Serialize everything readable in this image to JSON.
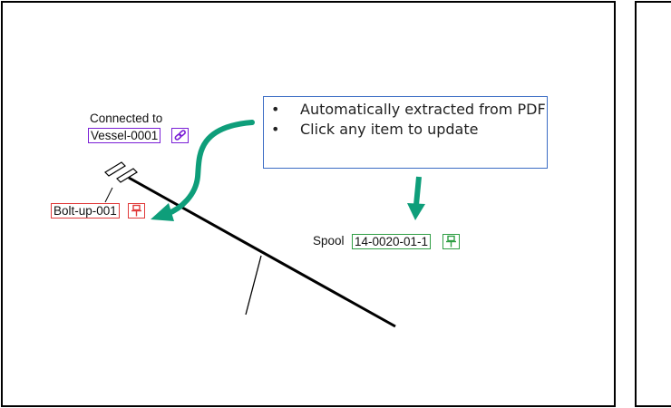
{
  "callout": {
    "items": [
      "Automatically extracted from PDF",
      "Click any item to update"
    ]
  },
  "labels": {
    "connected_to": "Connected to",
    "vessel_tag": "Vessel-0001",
    "bolt_tag": "Bolt-up-001",
    "spool_prefix": "Spool",
    "spool_tag": "14-0020-01-1"
  },
  "icons": {
    "vessel": "link-icon",
    "bolt": "pin-icon",
    "spool": "pin-icon"
  },
  "colors": {
    "vessel": "#7a1fd6",
    "bolt": "#e03a3a",
    "spool": "#2f9e44",
    "arrow": "#0e9e7a",
    "callout_border": "#3b6cc4"
  }
}
